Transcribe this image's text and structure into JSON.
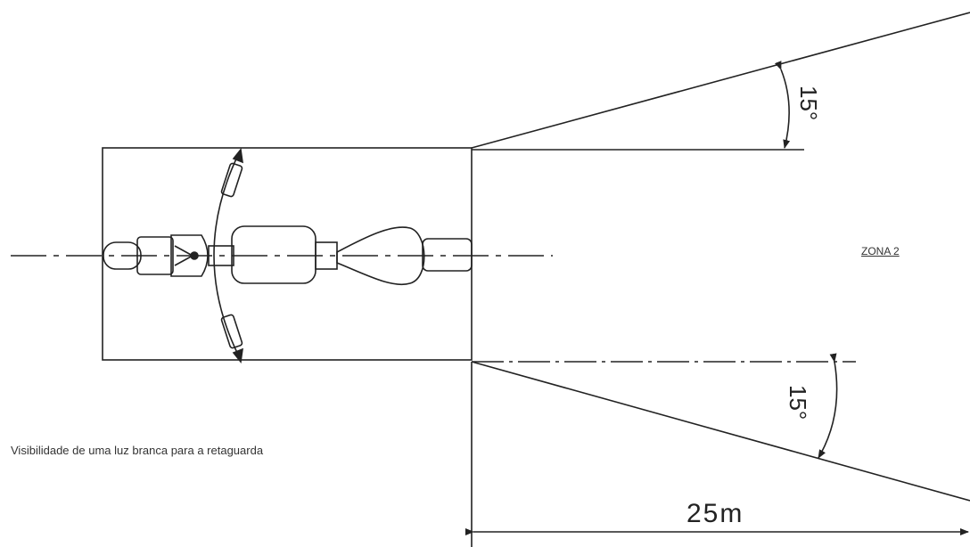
{
  "diagram": {
    "angle_top_label": "15°",
    "angle_bottom_label": "15°",
    "distance_label": "25m",
    "zone_label": "ZONA 2",
    "caption": "Visibilidade de uma luz branca para a retaguarda"
  }
}
